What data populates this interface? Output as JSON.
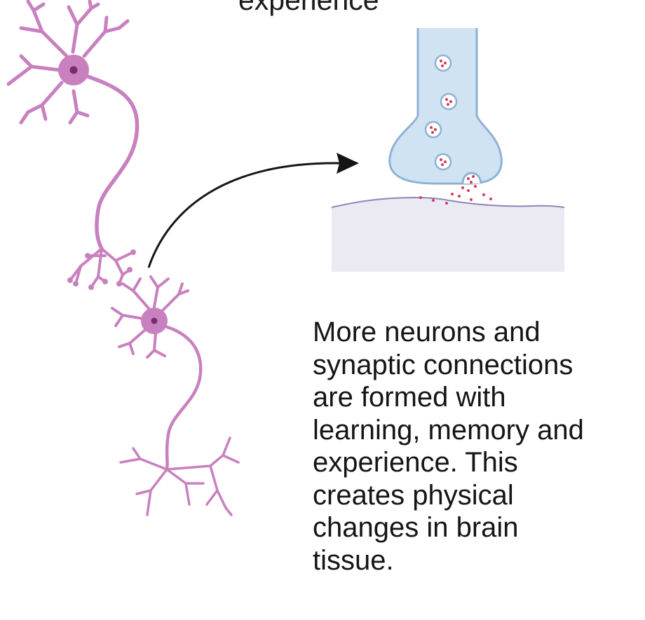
{
  "top_caption": "experience",
  "caption_lines": [
    "More neurons and",
    "synaptic connections",
    "are formed with",
    "learning, memory and",
    "experience. This",
    "creates physical",
    "changes in brain",
    "tissue."
  ],
  "colors": {
    "neuron": "#c880bf",
    "nucleus": "#7a2b70",
    "terminal_fill": "#cfe3f3",
    "terminal_stroke": "#8fb2d3",
    "vesicle_dots": "#d23a5a",
    "postsynaptic": "#ebeaf3",
    "arrow": "#151515"
  }
}
